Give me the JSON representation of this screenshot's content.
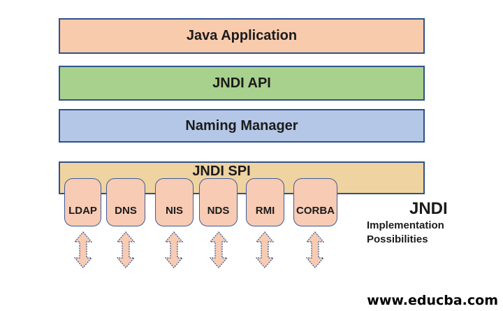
{
  "diagram": {
    "layers": [
      {
        "label": "Java Application",
        "fill": "#F8CBAD"
      },
      {
        "label": "JNDI API",
        "fill": "#A9D18E"
      },
      {
        "label": "Naming Manager",
        "fill": "#B4C7E7"
      },
      {
        "label": "JNDI SPI",
        "fill": "#EFD3A0"
      }
    ],
    "providers": [
      {
        "label": "LDAP"
      },
      {
        "label": "DNS"
      },
      {
        "label": "NIS"
      },
      {
        "label": "NDS"
      },
      {
        "label": "RMI"
      },
      {
        "label": "CORBA"
      }
    ],
    "provider_fill": "#F7CBB4",
    "border_color": "#2F5186",
    "arrow": {
      "shape": "double-headed-vertical-arrow",
      "fill": "#F7CBB4",
      "stroke": "#2F5186"
    },
    "side_note": {
      "heading": "JNDI",
      "lines": [
        "Implementation",
        "Possibilities"
      ]
    }
  },
  "footer": {
    "watermark": "www.educba.com"
  }
}
